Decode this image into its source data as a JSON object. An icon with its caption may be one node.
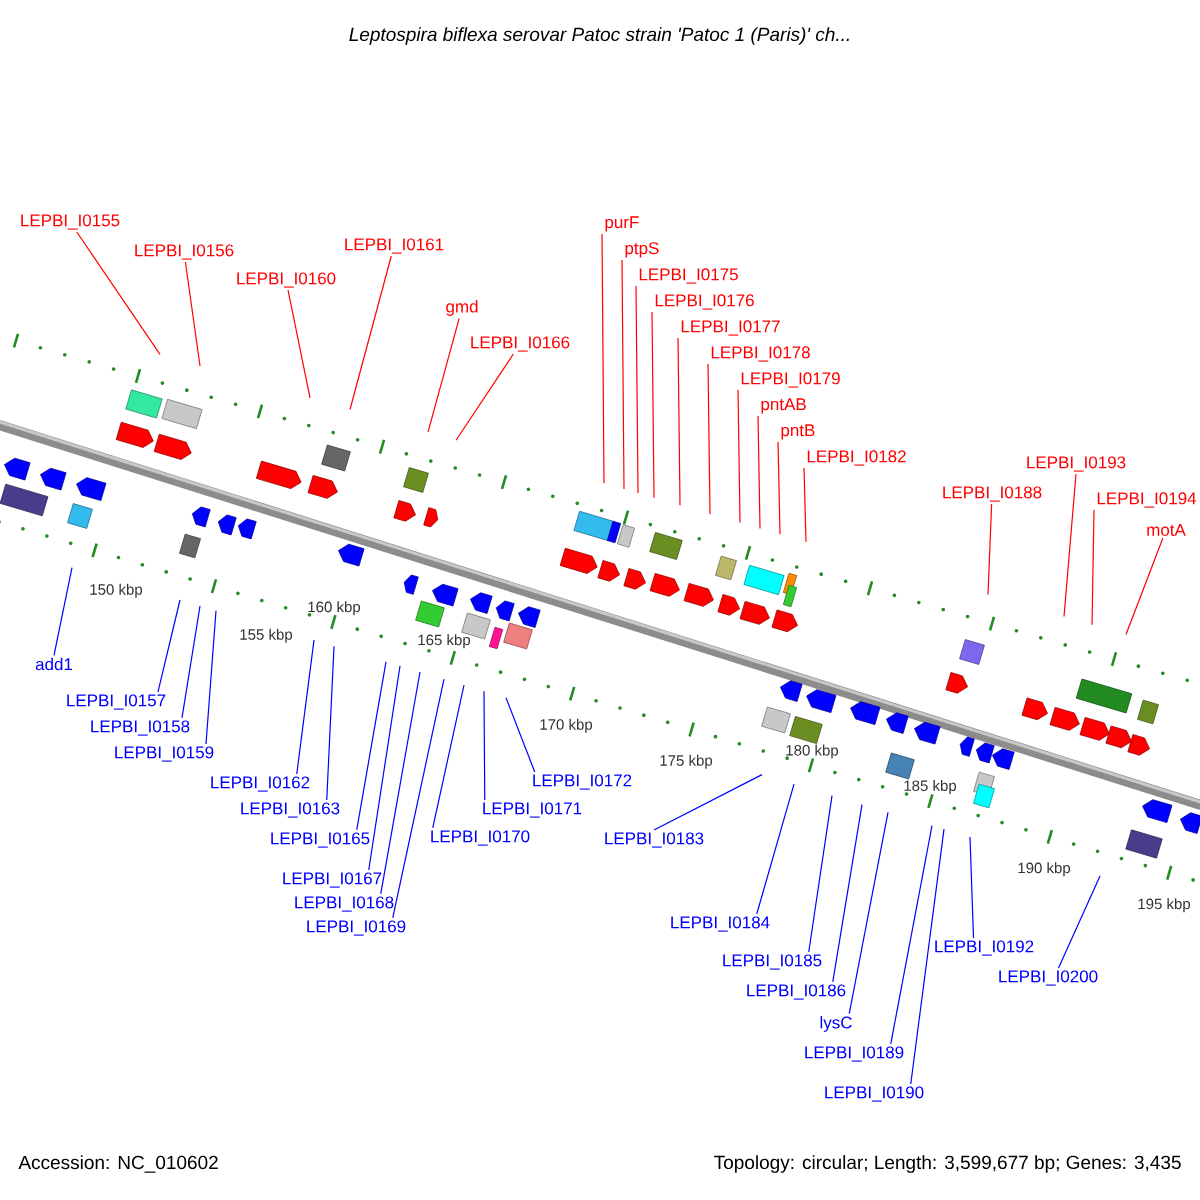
{
  "diagram": {
    "title": "Leptospira biflexa serovar Patoc strain 'Patoc 1 (Paris)' ch...",
    "nodes": [
      {
        "text": [
          "LEPBI_I0155"
        ]
      },
      {
        "text": [
          "LEPBI_I0156"
        ]
      },
      {
        "text": [
          "LEPBI_I0160"
        ]
      },
      {
        "text": [
          "LEPBI_I0161"
        ]
      },
      {
        "text": [
          "gmd"
        ]
      },
      {
        "text": [
          "LEPBI_I0166"
        ]
      },
      {
        "text": [
          "purF"
        ]
      },
      {
        "text": [
          "ptpS"
        ]
      },
      {
        "text": [
          "LEPBI_I0175"
        ]
      },
      {
        "text": [
          "LEPBI_I0176"
        ]
      },
      {
        "text": [
          "LEPBI_I0177"
        ]
      },
      {
        "text": [
          "LEPBI_I0178"
        ]
      },
      {
        "text": [
          "LEPBI_I0179"
        ]
      },
      {
        "text": [
          "pntAB"
        ]
      },
      {
        "text": [
          "pntB"
        ]
      },
      {
        "text": [
          "LEPBI_I0182"
        ]
      },
      {
        "text": [
          "LEPBI_I0188"
        ]
      },
      {
        "text": [
          "LEPBI_I0193"
        ]
      },
      {
        "text": [
          "LEPBI_I0194"
        ]
      },
      {
        "text": [
          "motA"
        ]
      },
      {
        "text": [
          "add1"
        ]
      },
      {
        "text": [
          "LEPBI_I0157"
        ]
      },
      {
        "text": [
          "LEPBI_I0158"
        ]
      },
      {
        "text": [
          "LEPBI_I0159"
        ]
      },
      {
        "text": [
          "LEPBI_I0162"
        ]
      },
      {
        "text": [
          "LEPBI_I0163"
        ]
      },
      {
        "text": [
          "LEPBI_I0165"
        ]
      },
      {
        "text": [
          "LEPBI_I0167"
        ]
      },
      {
        "text": [
          "LEPBI_I0168"
        ]
      },
      {
        "text": [
          "LEPBI_I0169"
        ]
      },
      {
        "text": [
          "LEPBI_I0170"
        ]
      },
      {
        "text": [
          "LEPBI_I0171"
        ]
      },
      {
        "text": [
          "LEPBI_I0172"
        ]
      },
      {
        "text": [
          "LEPBI_I0183"
        ]
      },
      {
        "text": [
          "LEPBI_I0184"
        ]
      },
      {
        "text": [
          "LEPBI_I0185"
        ]
      },
      {
        "text": [
          "LEPBI_I0186"
        ]
      },
      {
        "text": [
          "lysC"
        ]
      },
      {
        "text": [
          "LEPBI_I0189"
        ]
      },
      {
        "text": [
          "LEPBI_I0190"
        ]
      },
      {
        "text": [
          "LEPBI_I0192"
        ]
      },
      {
        "text": [
          "LEPBI_I0200"
        ]
      }
    ],
    "edges": [
      {
        "from": 0,
        "to": null,
        "arrow": "none",
        "color": "#ff0000"
      },
      {
        "from": 1,
        "to": null,
        "arrow": "none",
        "color": "#ff0000"
      },
      {
        "from": 2,
        "to": null,
        "arrow": "none",
        "color": "#ff0000"
      },
      {
        "from": 3,
        "to": null,
        "arrow": "none",
        "color": "#ff0000"
      },
      {
        "from": 4,
        "to": null,
        "arrow": "none",
        "color": "#ff0000"
      },
      {
        "from": 5,
        "to": null,
        "arrow": "none",
        "color": "#ff0000"
      },
      {
        "from": 6,
        "to": null,
        "arrow": "none",
        "color": "#ff0000"
      },
      {
        "from": 7,
        "to": null,
        "arrow": "none",
        "color": "#ff0000"
      },
      {
        "from": 8,
        "to": null,
        "arrow": "none",
        "color": "#ff0000"
      },
      {
        "from": 9,
        "to": null,
        "arrow": "none",
        "color": "#ff0000"
      },
      {
        "from": 10,
        "to": null,
        "arrow": "none",
        "color": "#ff0000"
      },
      {
        "from": 11,
        "to": null,
        "arrow": "none",
        "color": "#ff0000"
      },
      {
        "from": 12,
        "to": null,
        "arrow": "none",
        "color": "#ff0000"
      },
      {
        "from": 13,
        "to": null,
        "arrow": "none",
        "color": "#ff0000"
      },
      {
        "from": 14,
        "to": null,
        "arrow": "none",
        "color": "#ff0000"
      },
      {
        "from": 15,
        "to": null,
        "arrow": "none",
        "color": "#ff0000"
      },
      {
        "from": 16,
        "to": null,
        "arrow": "none",
        "color": "#ff0000"
      },
      {
        "from": 17,
        "to": null,
        "arrow": "none",
        "color": "#ff0000"
      },
      {
        "from": 18,
        "to": null,
        "arrow": "none",
        "color": "#ff0000"
      },
      {
        "from": 19,
        "to": null,
        "arrow": "none",
        "color": "#ff0000"
      },
      {
        "from": 20,
        "to": null,
        "arrow": "none"
      },
      {
        "from": 21,
        "to": null,
        "arrow": "none"
      },
      {
        "from": 22,
        "to": null,
        "arrow": "none"
      },
      {
        "from": 23,
        "to": null,
        "arrow": "none"
      },
      {
        "from": 24,
        "to": null,
        "arrow": "none"
      },
      {
        "from": 25,
        "to": null,
        "arrow": "none"
      },
      {
        "from": 26,
        "to": null,
        "arrow": "none"
      },
      {
        "from": 27,
        "to": null,
        "arrow": "none"
      },
      {
        "from": 28,
        "to": null,
        "arrow": "none"
      },
      {
        "from": 29,
        "to": null,
        "arrow": "none"
      },
      {
        "from": 30,
        "to": null,
        "arrow": "none"
      },
      {
        "from": 31,
        "to": null,
        "arrow": "none"
      },
      {
        "from": 32,
        "to": null,
        "arrow": "none"
      },
      {
        "from": 33,
        "to": null,
        "arrow": "none"
      },
      {
        "from": 34,
        "to": null,
        "arrow": "none"
      },
      {
        "from": 35,
        "to": null,
        "arrow": "none"
      },
      {
        "from": 36,
        "to": null,
        "arrow": "none"
      },
      {
        "from": 37,
        "to": null,
        "arrow": "none"
      },
      {
        "from": 38,
        "to": null,
        "arrow": "none"
      },
      {
        "from": 39,
        "to": null,
        "arrow": "none"
      },
      {
        "from": 40,
        "to": null,
        "arrow": "none"
      },
      {
        "from": 41,
        "to": null,
        "arrow": "none"
      }
    ],
    "labels": [
      "150 kbp",
      "155 kbp",
      "160 kbp",
      "165 kbp",
      "170 kbp",
      "175 kbp",
      "180 kbp",
      "185 kbp",
      "190 kbp",
      "195 kbp",
      "Accession: NC_010602",
      "Topology: circular; Length: 3,599,677 bp; Genes: 3,435"
    ]
  }
}
